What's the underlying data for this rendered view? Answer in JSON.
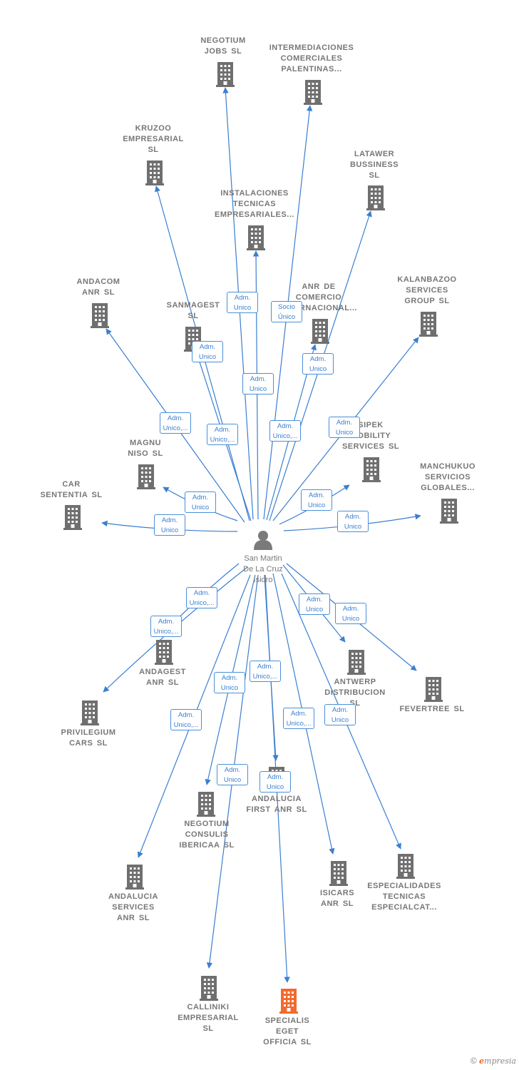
{
  "colors": {
    "edge": "#3a7fd0",
    "building": "#6f6f6f",
    "highlight": "#f26a2e",
    "person": "#7a7a7a"
  },
  "center": {
    "label": "San Martin\nDe La Cruz\nIsidro",
    "icon": "person-icon"
  },
  "companies": [
    {
      "id": "negotium-jobs",
      "label": "NEGOTIUM\nJOBS  SL"
    },
    {
      "id": "intermediaciones",
      "label": "INTERMEDIACIONES\nCOMERCIALES\nPALENTINAS..."
    },
    {
      "id": "kruzoo",
      "label": "KRUZOO\nEMPRESARIAL\nSL"
    },
    {
      "id": "latawer",
      "label": "LATAWER\nBUSSINESS\nSL"
    },
    {
      "id": "instalaciones",
      "label": "INSTALACIONES\nTECNICAS\nEMPRESARIALES..."
    },
    {
      "id": "andacom",
      "label": "ANDACOM\nANR  SL"
    },
    {
      "id": "sanmagest",
      "label": "SANMAGEST\nSL"
    },
    {
      "id": "anr-comercio",
      "label": "ANR DE\nCOMERCIO\nINTERNACIONAL..."
    },
    {
      "id": "kalanbazoo",
      "label": "KALANBAZOO\nSERVICES\nGROUP  SL"
    },
    {
      "id": "magnu",
      "label": "MAGNU\nNISO  SL"
    },
    {
      "id": "sipek",
      "label": "SIPEK\nMOBILITY\nSERVICES  SL"
    },
    {
      "id": "manchukuo",
      "label": "MANCHUKUO\nSERVICIOS\nGLOBALES..."
    },
    {
      "id": "car-sententia",
      "label": "CAR\nSENTENTIA  SL"
    },
    {
      "id": "andagest",
      "label": "ANDAGEST\nANR  SL"
    },
    {
      "id": "antwerp",
      "label": "ANTWERP\nDISTRIBUCION\nSL"
    },
    {
      "id": "fevertree",
      "label": "FEVERTREE SL"
    },
    {
      "id": "privilegium",
      "label": "PRIVILEGIUM\nCARS  SL"
    },
    {
      "id": "andalucia-first",
      "label": "ANDALUCIA\nFIRST ANR  SL"
    },
    {
      "id": "negotium-consulis",
      "label": "NEGOTIUM\nCONSULIS\nIBERICAA  SL"
    },
    {
      "id": "isicars",
      "label": "ISICARS\nANR  SL"
    },
    {
      "id": "especialidades",
      "label": "ESPECIALIDADES\nTECNICAS\nESPECIALCAT..."
    },
    {
      "id": "andalucia-services",
      "label": "ANDALUCIA\nSERVICES\nANR  SL"
    },
    {
      "id": "calliniki",
      "label": "CALLINIKI\nEMPRESARIAL\nSL"
    },
    {
      "id": "specialis",
      "label": "SPECIALIS\nEGET\nOFFICIA  SL",
      "highlight": true
    }
  ],
  "badges": [
    {
      "id": "b-negotium-jobs",
      "label": "Adm.\nUnico"
    },
    {
      "id": "b-intermediaciones",
      "label": "Socio\nÚnico"
    },
    {
      "id": "b-kruzoo",
      "label": "Adm.\nUnico"
    },
    {
      "id": "b-instalaciones",
      "label": "Adm.\nUnico"
    },
    {
      "id": "b-anr-comercio",
      "label": "Adm.\nUnico"
    },
    {
      "id": "b-andacom",
      "label": "Adm.\nUnico,..."
    },
    {
      "id": "b-sanmagest",
      "label": "Adm.\nUnico,..."
    },
    {
      "id": "b-latawer",
      "label": "Adm.\nUnico,..."
    },
    {
      "id": "b-kalanbazoo",
      "label": "Adm.\nUnico"
    },
    {
      "id": "b-magnu",
      "label": "Adm.\nUnico"
    },
    {
      "id": "b-sipek",
      "label": "Adm.\nUnico"
    },
    {
      "id": "b-car",
      "label": "Adm.\nUnico"
    },
    {
      "id": "b-manchukuo",
      "label": "Adm.\nUnico"
    },
    {
      "id": "b-andagest",
      "label": "Adm.\nUnico,..."
    },
    {
      "id": "b-privilegium",
      "label": "Adm.\nUnico,..."
    },
    {
      "id": "b-antwerp",
      "label": "Adm.\nUnico"
    },
    {
      "id": "b-fevertree",
      "label": "Adm.\nUnico"
    },
    {
      "id": "b-negotium-consulis",
      "label": "Adm.\nUnico"
    },
    {
      "id": "b-andalucia-first",
      "label": "Adm.\nUnico,..."
    },
    {
      "id": "b-andalucia-services",
      "label": "Adm.\nUnico,..."
    },
    {
      "id": "b-isicars",
      "label": "Adm.\nUnico,..."
    },
    {
      "id": "b-especialidades",
      "label": "Adm.\nUnico"
    },
    {
      "id": "b-calliniki",
      "label": "Adm.\nUnico"
    },
    {
      "id": "b-specialis",
      "label": "Adm.\nUnico"
    }
  ],
  "copyright": {
    "symbol": "©",
    "brand_initial": "e",
    "brand_rest": "mpresia"
  }
}
